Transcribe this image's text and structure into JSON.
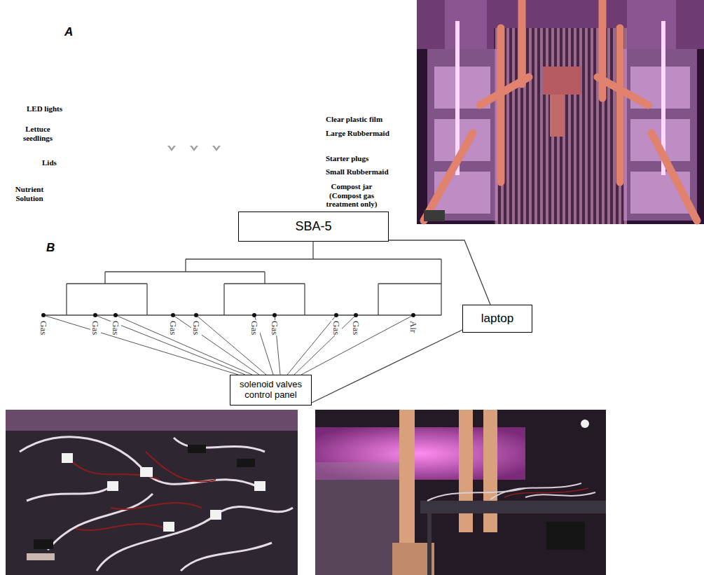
{
  "diagram": {
    "nodes": [
      {
        "text": [
          "SBA-5"
        ]
      },
      {
        "text": [
          "laptop"
        ]
      },
      {
        "text": [
          "solenoid valves control panel"
        ]
      }
    ],
    "edges": [
      {
        "from": 0,
        "to": 1,
        "arrow": "none"
      },
      {
        "from": 2,
        "to": 1,
        "arrow": "none"
      }
    ],
    "labels": [
      "A",
      "LED lights",
      "Lettuce seedlings",
      "Lids",
      "Nutrient Solution",
      "Clear plastic film",
      "Large Rubbermaid",
      "Starter plugs",
      "Small Rubbermaid",
      "Compost jar (Compost gas treatment only)",
      "B",
      "Gas",
      "Gas",
      "Gas",
      "Gas",
      "Gas",
      "Gas",
      "Gas",
      "Gas",
      "Gas",
      "Air"
    ]
  }
}
